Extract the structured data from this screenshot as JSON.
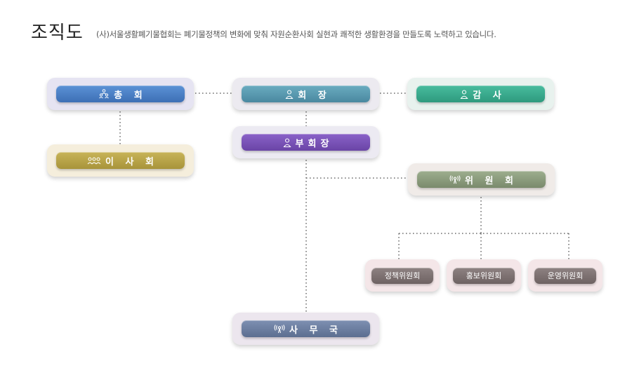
{
  "header": {
    "title": "조직도",
    "subtitle": "(사)서울생활폐기물협회는 폐기물정책의 변화에 맞춰 자원순환사회 실현과 쾌적한 생활환경을 만들도록 노력하고 있습니다."
  },
  "nodes": {
    "general_assembly": {
      "label": "총 회",
      "icon": "people-group-icon",
      "color": "#4a7fc4"
    },
    "chairman": {
      "label": "회 장",
      "icon": "person-icon",
      "color": "#5a9bb0"
    },
    "auditor": {
      "label": "감 사",
      "icon": "person-icon",
      "color": "#3aa88e"
    },
    "vice_chairman": {
      "label": "부회장",
      "icon": "person-icon",
      "color": "#7a52b8"
    },
    "board": {
      "label": "이 사 회",
      "icon": "people-icon",
      "color": "#b8a445"
    },
    "committee": {
      "label": "위 원 회",
      "icon": "broadcast-icon",
      "color": "#8c9c7e"
    },
    "policy_committee": {
      "label": "정책위원회",
      "color": "#7f7373"
    },
    "pr_committee": {
      "label": "홍보위원회",
      "color": "#7f7373"
    },
    "operations_committee": {
      "label": "운영위원회",
      "color": "#7f7373"
    },
    "secretariat": {
      "label": "사 무 국",
      "icon": "broadcast-icon",
      "color": "#6d7fa0"
    }
  }
}
